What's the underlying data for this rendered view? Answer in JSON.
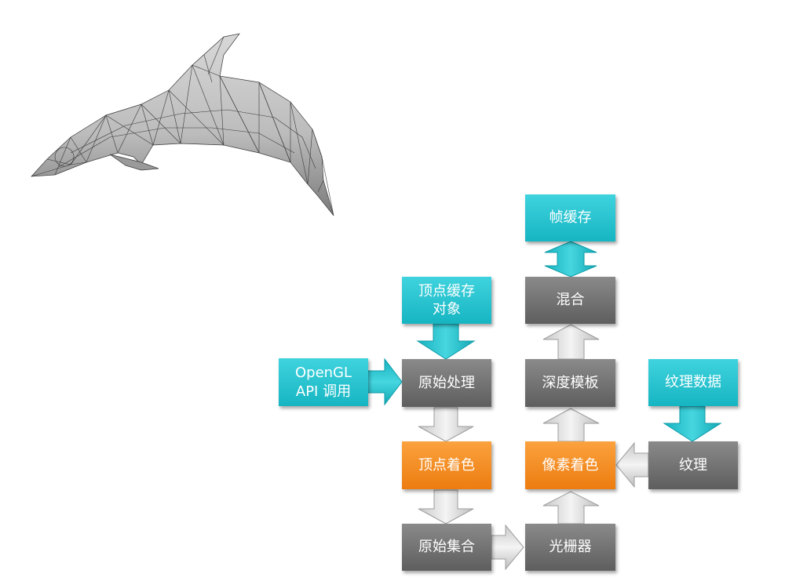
{
  "diagram": {
    "nodes": {
      "framebuffer": "帧缓存",
      "blending": "混合",
      "vbo": "顶点缓存\n对象",
      "opengl_api": "OpenGL\nAPI 调用",
      "primitive_processing": "原始处理",
      "depth_stencil": "深度模板",
      "texture_data": "纹理数据",
      "vertex_shader": "顶点着色",
      "fragment_shader": "像素着色",
      "texture": "纹理",
      "primitive_assembly": "原始集合",
      "rasterizer": "光栅器"
    },
    "colors": {
      "input": "#1fbcc8",
      "stage": "#6e6e6e",
      "shader": "#f28c1c"
    }
  }
}
